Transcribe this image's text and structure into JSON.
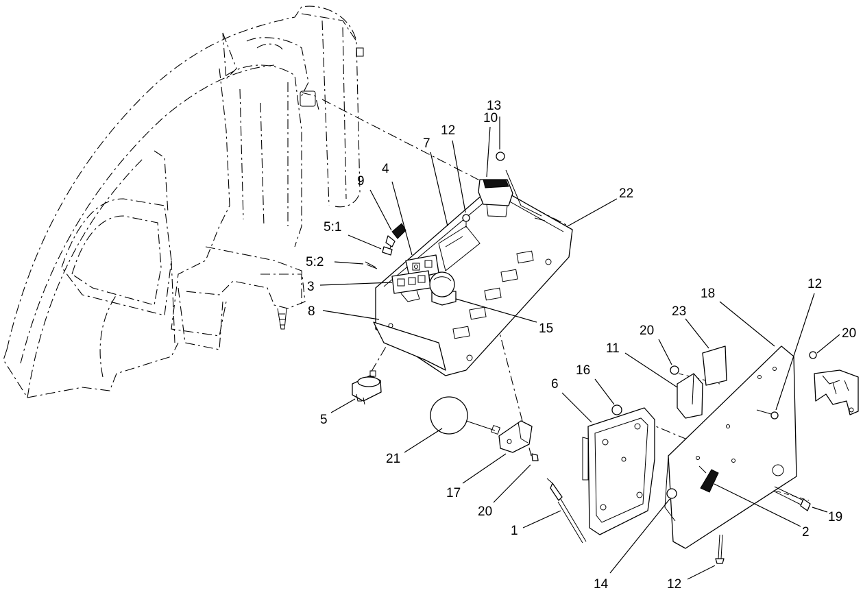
{
  "diagram": {
    "callouts": [
      {
        "id": "c-13",
        "text": "13"
      },
      {
        "id": "c-10",
        "text": "10"
      },
      {
        "id": "c-7",
        "text": "7"
      },
      {
        "id": "c-12a",
        "text": "12"
      },
      {
        "id": "c-4",
        "text": "4"
      },
      {
        "id": "c-9",
        "text": "9"
      },
      {
        "id": "c-22",
        "text": "22"
      },
      {
        "id": "c-5-1",
        "text": "5:1"
      },
      {
        "id": "c-5-2",
        "text": "5:2"
      },
      {
        "id": "c-3",
        "text": "3"
      },
      {
        "id": "c-8",
        "text": "8"
      },
      {
        "id": "c-15",
        "text": "15"
      },
      {
        "id": "c-5",
        "text": "5"
      },
      {
        "id": "c-21",
        "text": "21"
      },
      {
        "id": "c-17",
        "text": "17"
      },
      {
        "id": "c-20a",
        "text": "20"
      },
      {
        "id": "c-1",
        "text": "1"
      },
      {
        "id": "c-6",
        "text": "6"
      },
      {
        "id": "c-16",
        "text": "16"
      },
      {
        "id": "c-11",
        "text": "11"
      },
      {
        "id": "c-20b",
        "text": "20"
      },
      {
        "id": "c-23",
        "text": "23"
      },
      {
        "id": "c-18",
        "text": "18"
      },
      {
        "id": "c-12b",
        "text": "12"
      },
      {
        "id": "c-20c",
        "text": "20"
      },
      {
        "id": "c-14",
        "text": "14"
      },
      {
        "id": "c-12c",
        "text": "12"
      },
      {
        "id": "c-2",
        "text": "2"
      },
      {
        "id": "c-19",
        "text": "19"
      }
    ]
  }
}
